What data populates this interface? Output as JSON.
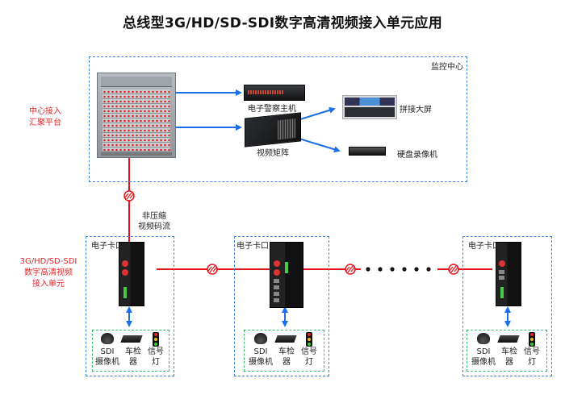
{
  "title": "总线型3G/HD/SD-SDI数字高清视频接入单元应用",
  "monitoring_center": {
    "label": "监控中心",
    "platform_label": "中心接入\n汇聚平台",
    "devices": [
      {
        "id": "police-host",
        "label": "电子警察主机"
      },
      {
        "id": "video-matrix",
        "label": "视频矩阵"
      },
      {
        "id": "video-wall",
        "label": "拼接大屏"
      },
      {
        "id": "dvr",
        "label": "硬盘录像机"
      }
    ]
  },
  "link_label": "非压缩\n视频码流",
  "unit_label": "3G/HD/SD-SDI\n数字高清视频\n接入单元",
  "checkpoints": [
    {
      "label": "电子卡口",
      "endpoints": [
        "SDI\n摄像机",
        "车检\n器",
        "信号\n灯"
      ]
    },
    {
      "label": "电子卡口",
      "endpoints": [
        "SDI\n摄像机",
        "车检\n器",
        "信号\n灯"
      ]
    },
    {
      "label": "电子卡口",
      "endpoints": [
        "SDI\n摄像机",
        "车检\n器",
        "信号\n灯"
      ]
    }
  ],
  "colors": {
    "fiber": "#e8121a",
    "arrow": "#1a6fe8",
    "box_blue": "#3c86e8",
    "box_green": "#3ab870",
    "label_red": "#e5262a"
  }
}
